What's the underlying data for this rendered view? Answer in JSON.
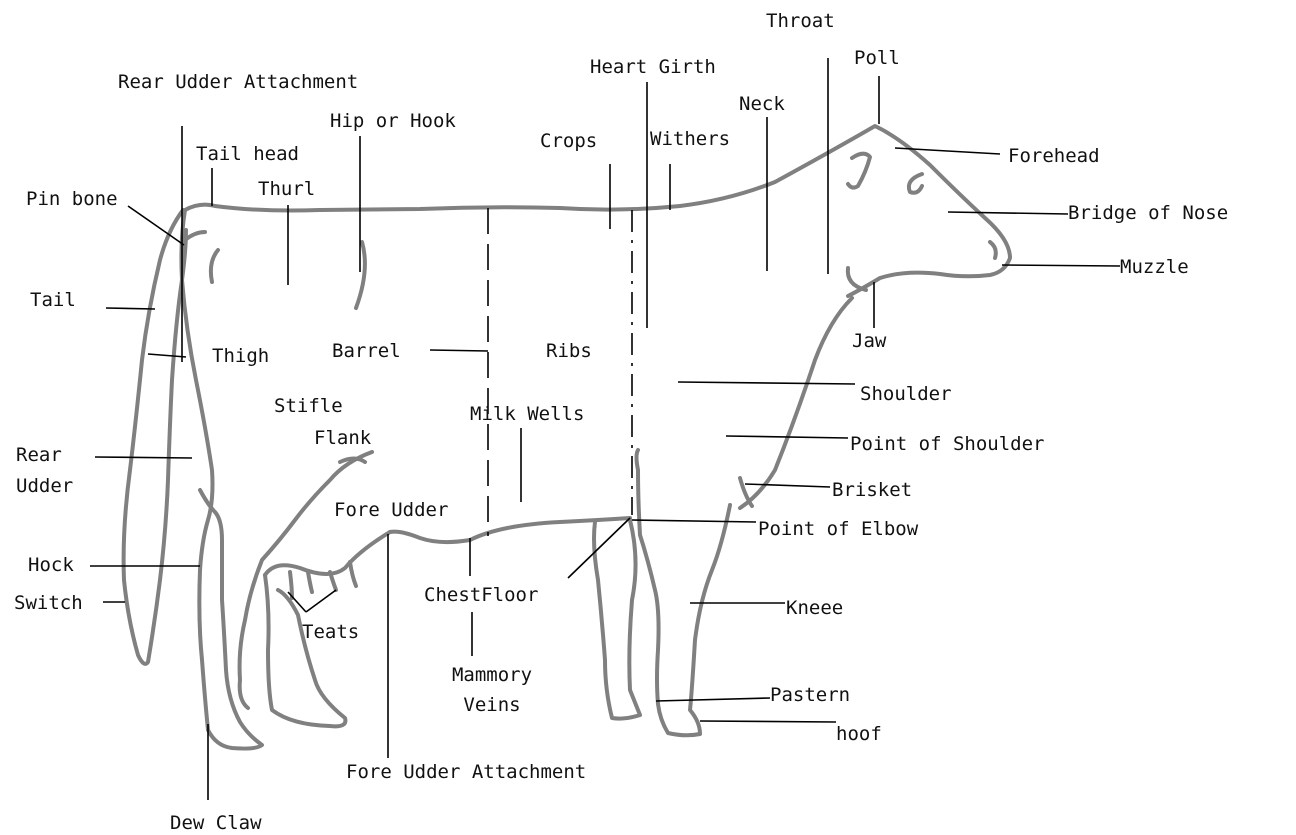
{
  "diagram": {
    "labels": {
      "throat": "Throat",
      "poll": "Poll",
      "rear_udder_attachment": "Rear Udder Attachment",
      "heart_girth": "Heart Girth",
      "neck": "Neck",
      "hip_or_hook": "Hip or Hook",
      "crops": "Crops",
      "withers": "Withers",
      "forehead": "Forehead",
      "tail_head": "Tail head",
      "thurl": "Thurl",
      "pin_bone": "Pin bone",
      "bridge_of_nose": "Bridge of Nose",
      "muzzle": "Muzzle",
      "tail": "Tail",
      "jaw": "Jaw",
      "thigh": "Thigh",
      "barrel": "Barrel",
      "ribs": "Ribs",
      "shoulder": "Shoulder",
      "stifle": "Stifle",
      "milk_wells": "Milk Wells",
      "flank": "Flank",
      "point_of_shoulder": "Point of Shoulder",
      "rear_udder_line1": "Rear",
      "rear_udder_line2": "Udder",
      "brisket": "Brisket",
      "fore_udder": "Fore Udder",
      "point_of_elbow": "Point of Elbow",
      "hock": "Hock",
      "chest_floor": "ChestFloor",
      "switch": "Switch",
      "kneee": "Kneee",
      "teats": "Teats",
      "mammory_veins_line1": "Mammory",
      "mammory_veins_line2": "Veins",
      "pastern": "Pastern",
      "hoof": "hoof",
      "fore_udder_attachment": "Fore Udder Attachment",
      "dew_claw": "Dew Claw"
    }
  }
}
